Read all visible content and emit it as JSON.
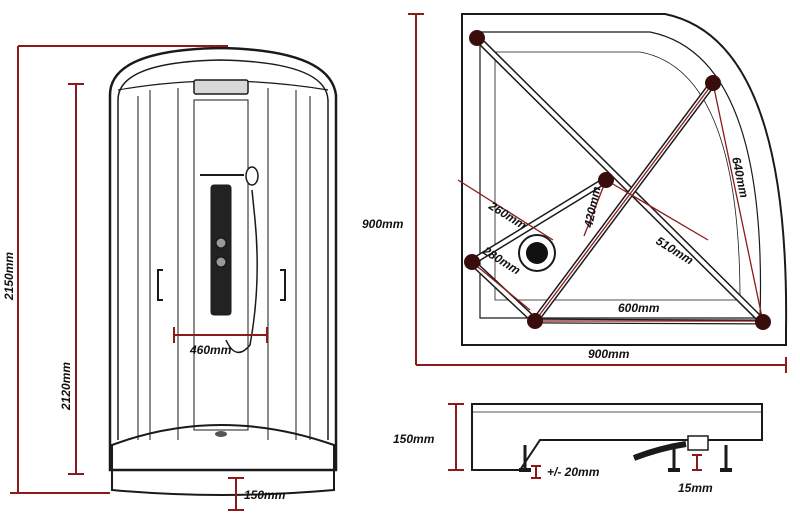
{
  "colors": {
    "dimension": "#8b1a1a",
    "outline": "#1a1a1a",
    "tube": "#5a1414"
  },
  "front_view": {
    "total_height": "2150mm",
    "enclosure_height": "2120mm",
    "handle_spacing": "460mm",
    "tray_height": "150mm"
  },
  "top_view": {
    "depth": "900mm",
    "width": "900mm",
    "leg_260": "260mm",
    "leg_280": "280mm",
    "leg_420": "420mm",
    "leg_510": "510mm",
    "leg_600": "600mm",
    "leg_640": "640mm"
  },
  "side_view": {
    "tray_height": "150mm",
    "leg_adjust": "+/- 20mm",
    "drain_clearance": "15mm"
  }
}
